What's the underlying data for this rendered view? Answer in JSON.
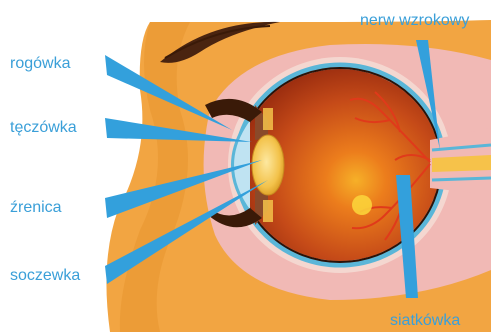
{
  "labels": {
    "cornea": "rogówka",
    "iris": "tęczówka",
    "pupil": "źrenica",
    "lens": "soczewka",
    "optic_nerve": "nerw wzrokowy",
    "retina": "siatkówka"
  },
  "colors": {
    "label_text": "#3a9fd8",
    "pointer": "#33a0dc",
    "skin": "#f2a542",
    "skin_dark": "#e08d2c",
    "sclera": "#f1b9b5",
    "eyeball_inner": "#c9501a",
    "retina_border": "#5ab6d8",
    "lens": "#f3c24a",
    "blood_vessel": "#e03a1a"
  }
}
